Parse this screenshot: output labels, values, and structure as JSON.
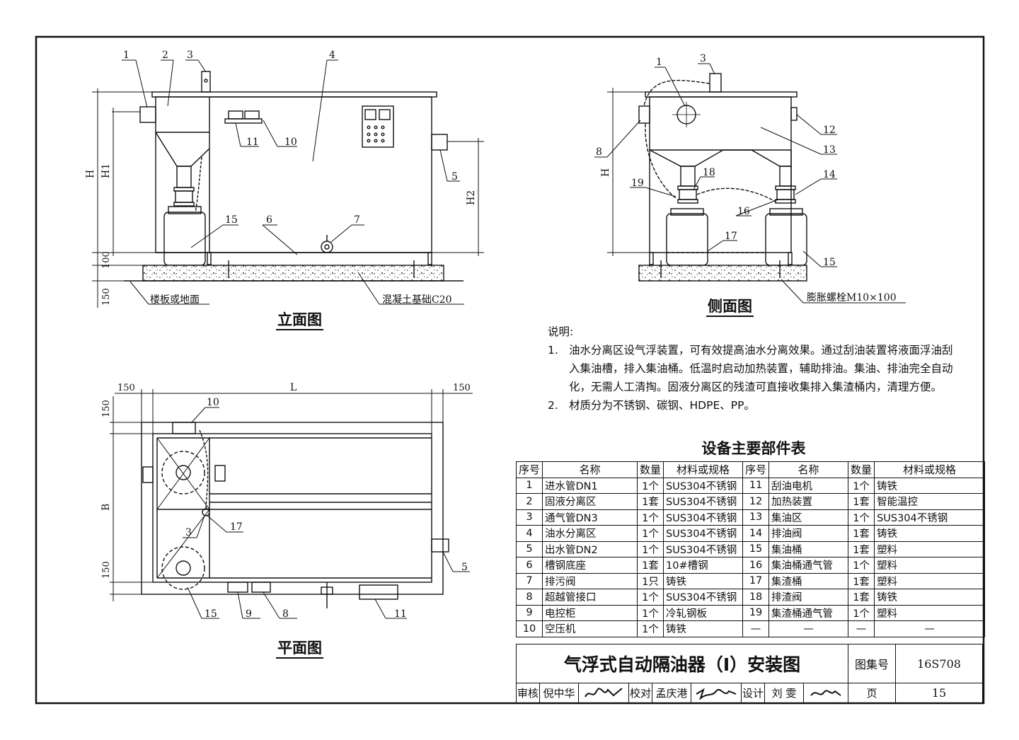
{
  "drawing": {
    "elevation_view": {
      "title": "立面图",
      "callouts": [
        "1",
        "2",
        "3",
        "4",
        "5",
        "6",
        "7",
        "10",
        "11",
        "15"
      ],
      "dims": {
        "H": "H",
        "H1": "H1",
        "H2": "H2",
        "d100": "100",
        "d150": "150"
      },
      "floor_label": "楼板或地面",
      "foundation_label": "混凝土基础C20"
    },
    "side_view": {
      "title": "侧面图",
      "callouts": [
        "1",
        "3",
        "8",
        "12",
        "13",
        "14",
        "15",
        "16",
        "17",
        "18",
        "19"
      ],
      "dims": {
        "H": "H"
      },
      "bolt_label": "膨胀螺栓M10×100"
    },
    "plan_view": {
      "title": "平面图",
      "callouts": [
        "3",
        "5",
        "8",
        "9",
        "10",
        "11",
        "15",
        "17"
      ],
      "dims": {
        "L": "L",
        "B": "B",
        "left150": "150",
        "right150": "150",
        "top150": "150",
        "bottom150": "150"
      }
    }
  },
  "notes": {
    "heading": "说明:",
    "items": [
      {
        "num": "1.",
        "text": "油水分离区设气浮装置，可有效提高油水分离效果。通过刮油装置将液面浮油刮入集油槽，排入集油桶。低温时启动加热装置，辅助排油。集油、排油完全自动化，无需人工清掏。固液分离区的残渣可直接收集排入集渣桶内，清理方便。"
      },
      {
        "num": "2.",
        "text": "材质分为不锈钢、碳钢、HDPE、PP。"
      }
    ]
  },
  "parts_table": {
    "title": "设备主要部件表",
    "headers": [
      "序号",
      "名称",
      "数量",
      "材料或规格",
      "序号",
      "名称",
      "数量",
      "材料或规格"
    ],
    "rows": [
      [
        "1",
        "进水管DN1",
        "1个",
        "SUS304不锈钢",
        "11",
        "刮油电机",
        "1个",
        "铸铁"
      ],
      [
        "2",
        "固液分离区",
        "1套",
        "SUS304不锈钢",
        "12",
        "加热装置",
        "1套",
        "智能温控"
      ],
      [
        "3",
        "通气管DN3",
        "1个",
        "SUS304不锈钢",
        "13",
        "集油区",
        "1个",
        "SUS304不锈钢"
      ],
      [
        "4",
        "油水分离区",
        "1个",
        "SUS304不锈钢",
        "14",
        "排油阀",
        "1套",
        "铸铁"
      ],
      [
        "5",
        "出水管DN2",
        "1个",
        "SUS304不锈钢",
        "15",
        "集油桶",
        "1套",
        "塑料"
      ],
      [
        "6",
        "槽钢底座",
        "1套",
        "10#槽钢",
        "16",
        "集油桶通气管",
        "1个",
        "塑料"
      ],
      [
        "7",
        "排污阀",
        "1只",
        "铸铁",
        "17",
        "集渣桶",
        "1套",
        "塑料"
      ],
      [
        "8",
        "超越管接口",
        "1个",
        "SUS304不锈钢",
        "18",
        "排渣阀",
        "1套",
        "铸铁"
      ],
      [
        "9",
        "电控柜",
        "1个",
        "冷轧钢板",
        "19",
        "集渣桶通气管",
        "1个",
        "塑料"
      ],
      [
        "10",
        "空压机",
        "1个",
        "铸铁",
        "—",
        "—",
        "—",
        "—"
      ]
    ]
  },
  "title_block": {
    "drawing_title": "气浮式自动隔油器（Ⅰ）安装图",
    "atlas_label": "图集号",
    "atlas_no": "16S708",
    "review_label": "审核",
    "reviewer": "倪中华",
    "check_label": "校对",
    "checker": "孟庆港",
    "design_label": "设计",
    "designer": "刘 雯",
    "page_label": "页",
    "page_no": "15"
  }
}
